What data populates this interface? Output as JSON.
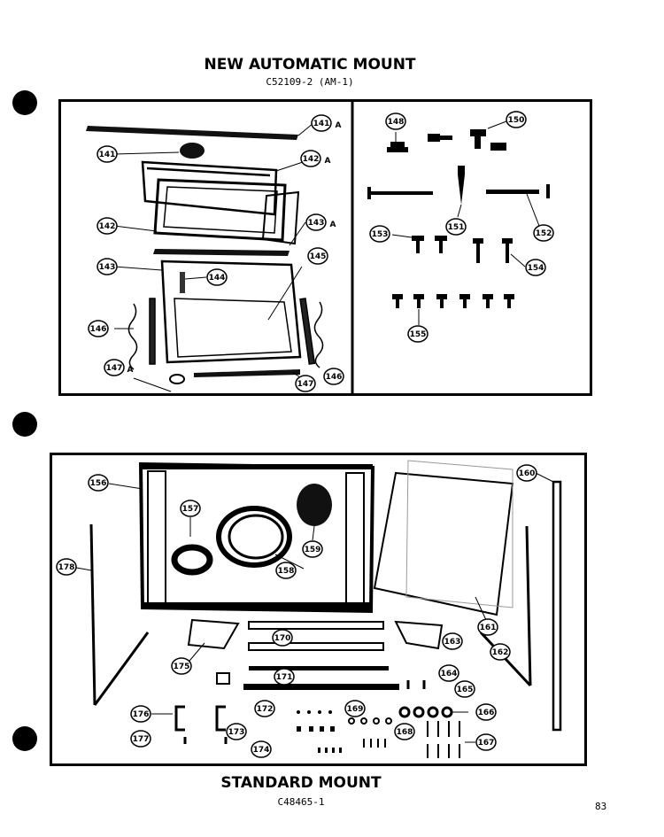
{
  "top_title": "NEW AUTOMATIC MOUNT",
  "top_subtitle": "C52109-2 (AM-1)",
  "bottom_title": "STANDARD MOUNT",
  "bottom_subtitle": "C48465-1",
  "page_number": "83",
  "labels": {
    "l141A": "141",
    "l141Asuf": "A",
    "l141": "141",
    "l142A": "142",
    "l142Asuf": "A",
    "l142": "142",
    "l143A": "143",
    "l143Asuf": "A",
    "l143": "143",
    "l144": "144",
    "l145": "145",
    "l146a": "146",
    "l146b": "146",
    "l147A": "147",
    "l147Asuf": "A",
    "l147": "147",
    "l148": "148",
    "l150": "150",
    "l151": "151",
    "l152": "152",
    "l153": "153",
    "l154": "154",
    "l155": "155",
    "l156": "156",
    "l157": "157",
    "l158": "158",
    "l159": "159",
    "l160": "160",
    "l161": "161",
    "l162": "162",
    "l163": "163",
    "l164": "164",
    "l165": "165",
    "l166": "166",
    "l167": "167",
    "l168": "168",
    "l169": "169",
    "l170": "170",
    "l171": "171",
    "l172": "172",
    "l173": "173",
    "l174": "174",
    "l175": "175",
    "l176": "176",
    "l177": "177",
    "l178": "178"
  }
}
